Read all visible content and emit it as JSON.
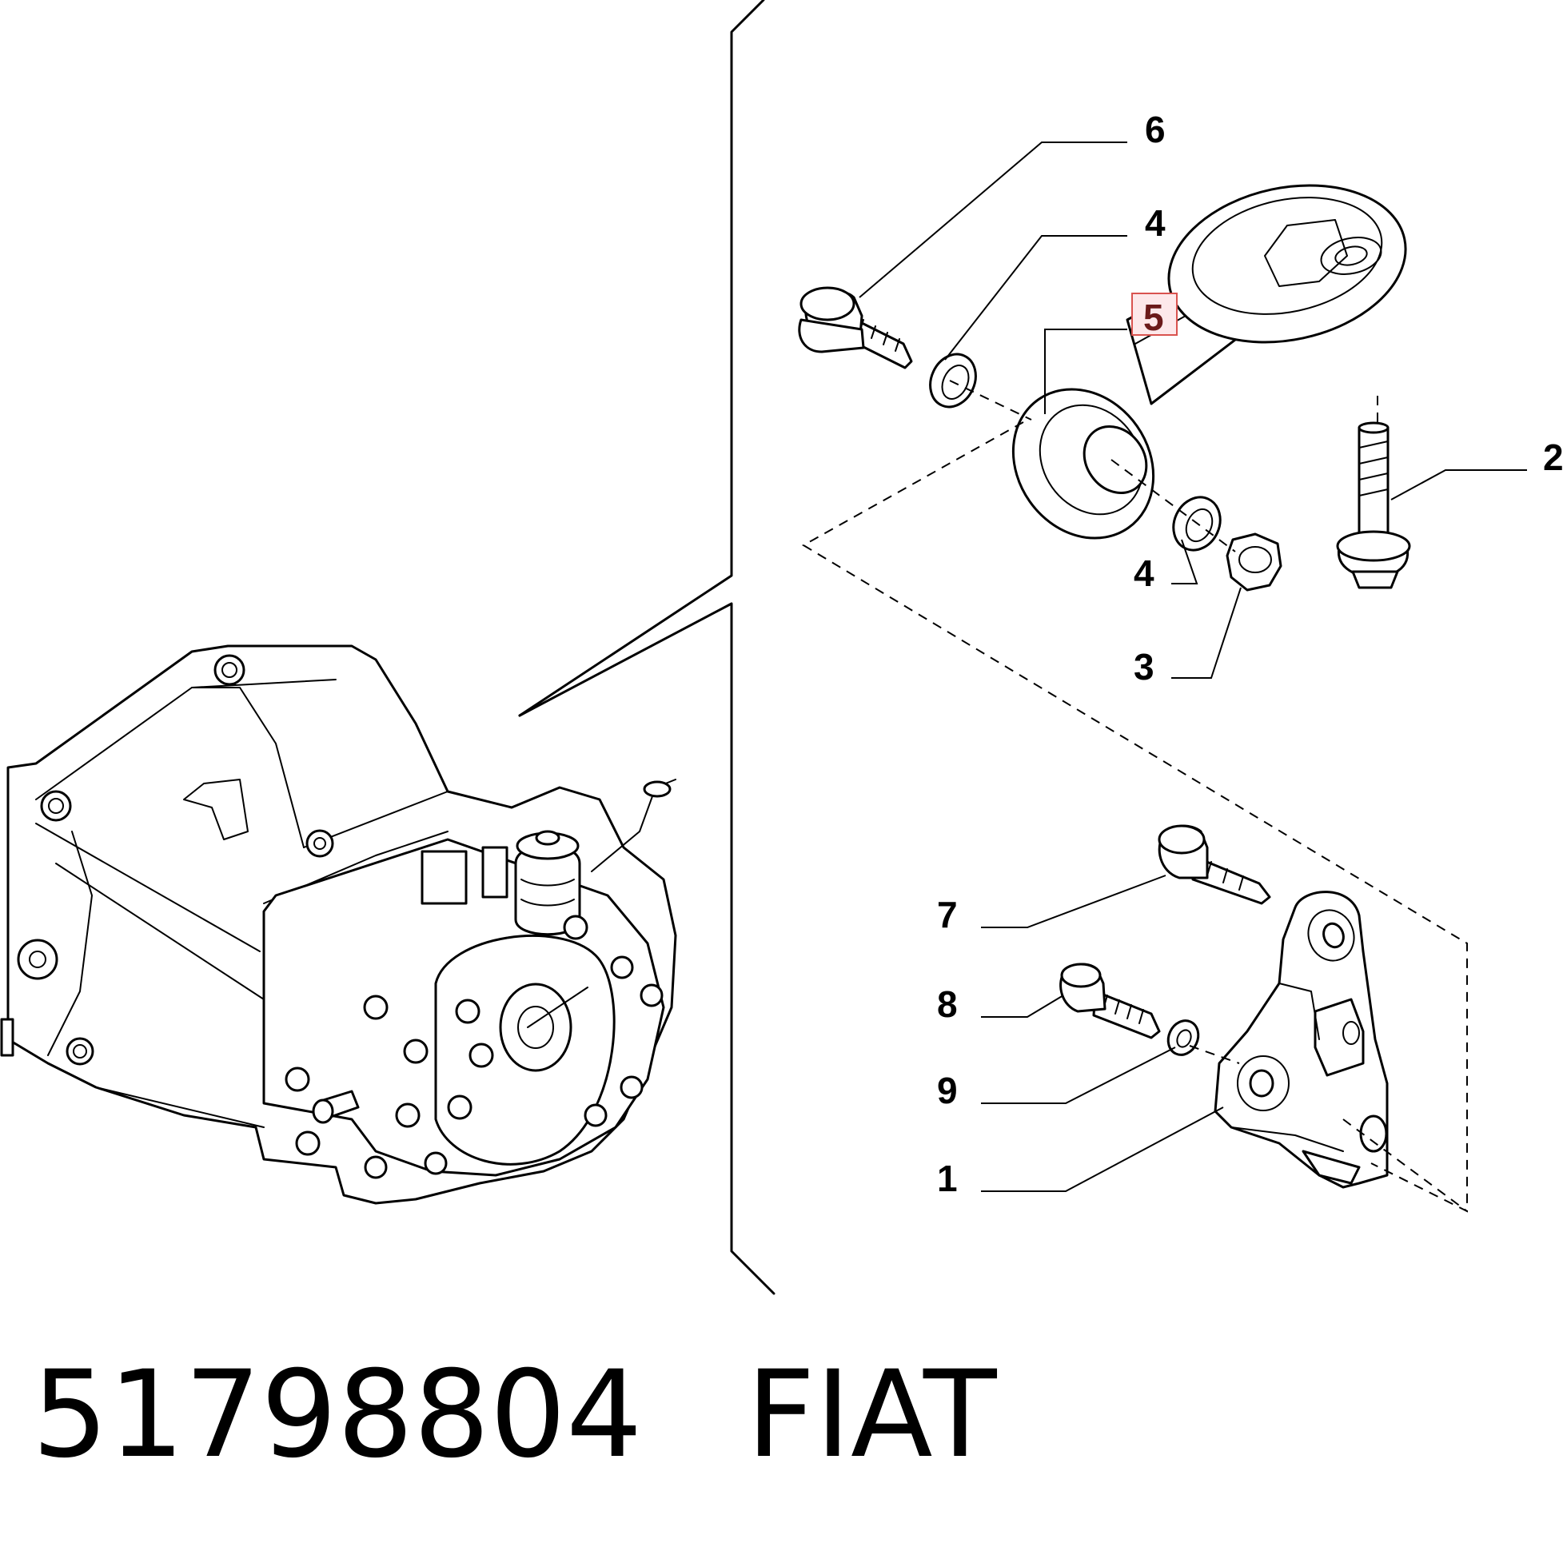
{
  "callouts": {
    "c1": "1",
    "c2": "2",
    "c3": "3",
    "c4a": "4",
    "c4b": "4",
    "c5": "5",
    "c6": "6",
    "c7": "7",
    "c8": "8",
    "c9": "9"
  },
  "highlighted_callout": "5",
  "footer": {
    "part_number": "51798804",
    "brand": "FIAT"
  },
  "colors": {
    "highlight_fill": "#fde8ea",
    "highlight_border": "#d9534f",
    "highlight_text": "#6b1a1a"
  }
}
